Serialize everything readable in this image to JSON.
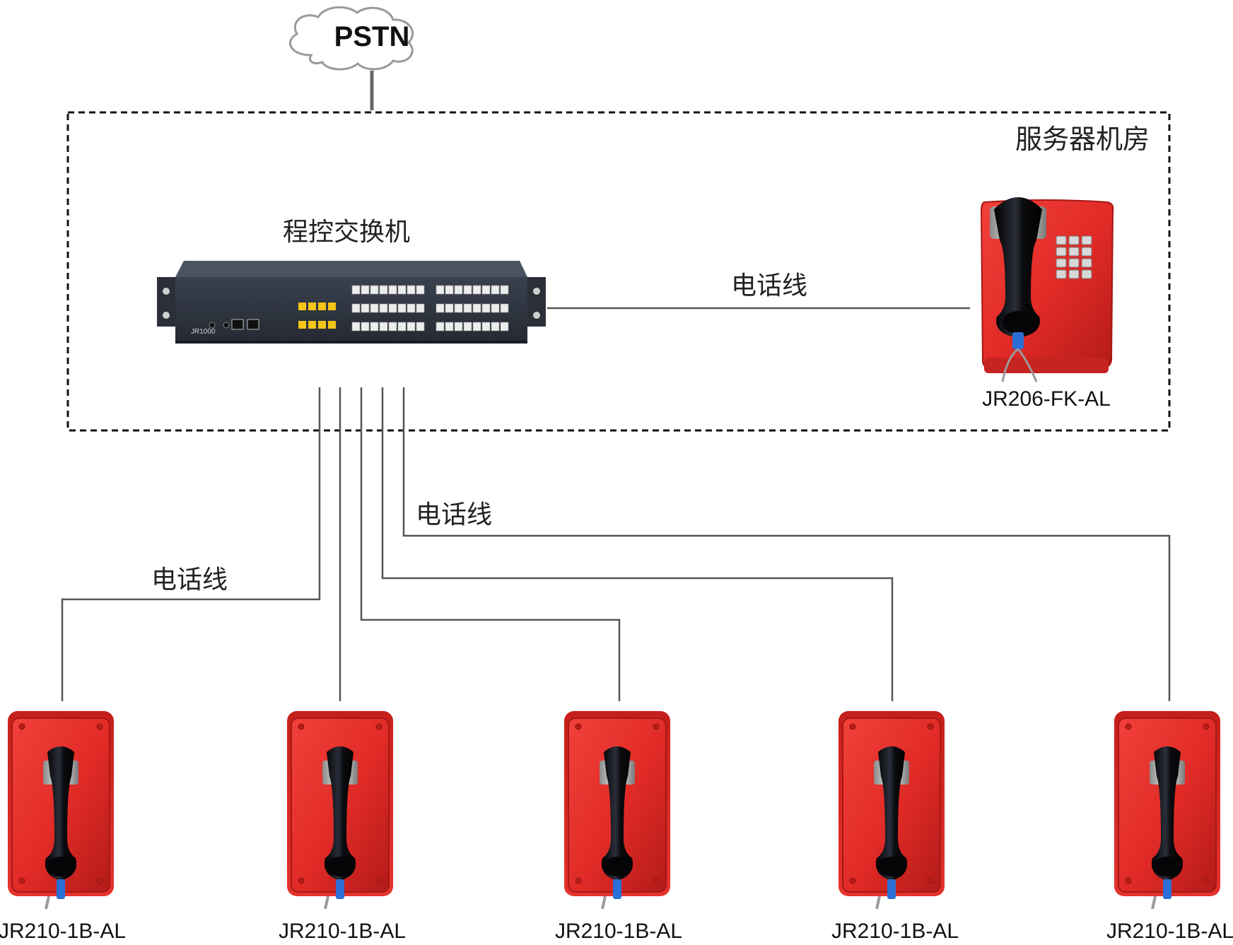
{
  "cloud": {
    "label": "PSTN"
  },
  "server_room": {
    "label": "服务器机房"
  },
  "pbx": {
    "label": "程控交换机",
    "model": "JR1000"
  },
  "wire_labels": {
    "to_desk_phone": "电话线",
    "to_phone_2": "电话线",
    "to_phone_1": "电话线"
  },
  "desk_phone": {
    "model": "JR206-FK-AL"
  },
  "field_phones": [
    {
      "model": "JR210-1B-AL"
    },
    {
      "model": "JR210-1B-AL"
    },
    {
      "model": "JR210-1B-AL"
    },
    {
      "model": "JR210-1B-AL"
    },
    {
      "model": "JR210-1B-AL"
    }
  ],
  "colors": {
    "phone_red": "#e02a26",
    "wire": "#555555",
    "dashed_border": "#111111",
    "handset": "#0d0d10",
    "cord_blue": "#2b6fd6",
    "pbx_body": "#2e3440",
    "port_yellow": "#f5c518"
  },
  "icons": [
    "cloud-icon",
    "pbx-device-icon",
    "desk-phone-icon",
    "field-phone-icon"
  ]
}
